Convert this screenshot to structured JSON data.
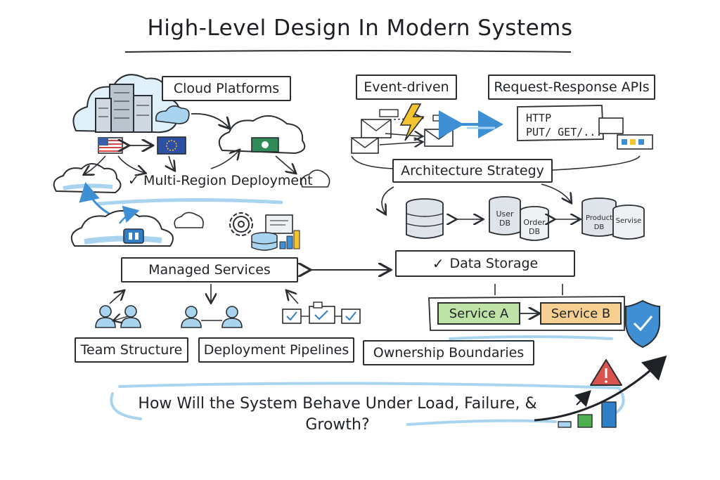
{
  "title": "High-Level Design In Modern Systems",
  "boxes": {
    "cloud_platforms": "Cloud Platforms",
    "multi_region": "Multi-Region Deployment",
    "managed_services": "Managed Services",
    "event_driven": "Event-driven",
    "request_response": "Request-Response APIs",
    "architecture_strategy": "Architecture Strategy",
    "data_storage": "Data Storage",
    "team_structure": "Team Structure",
    "deployment_pipelines": "Deployment Pipelines",
    "ownership_boundaries": "Ownership Boundaries"
  },
  "check_mark": "✓",
  "api_code": {
    "line1": "HTTP",
    "line2": "PUT/ GET/..."
  },
  "databases": {
    "user_db_line1": "User",
    "user_db_line2": "DB",
    "order_db_line1": "Order",
    "order_db_line2": "DB",
    "product_db_line1": "Product",
    "product_db_line2": "DB",
    "service_db": "Servise"
  },
  "services": {
    "a": "Service A",
    "b": "Service B"
  },
  "question_line1": "How Will the System Behave Under Load, Failure, &",
  "question_line2": "Growth?",
  "colors": {
    "ink": "#2a2d31",
    "sky_blue": "#a9d4ef",
    "building_gray": "#b9c4cf",
    "service_a_green": "#bfe3a6",
    "service_b_orange": "#f7cf91",
    "shield_blue": "#3f8fd4",
    "lightning_yellow": "#f4c430",
    "warning_red": "#d9534f",
    "bar_green": "#4caf50",
    "bar_blue": "#2f7fc9"
  },
  "icons": [
    "cloud-icon",
    "building-icon",
    "flag-us-icon",
    "flag-eu-icon",
    "gear-icon",
    "database-icon",
    "envelope-icon",
    "lightning-icon",
    "person-icon",
    "checkbox-icon",
    "shield-check-icon",
    "warning-icon",
    "bar-chart-icon",
    "arrow-icon"
  ]
}
